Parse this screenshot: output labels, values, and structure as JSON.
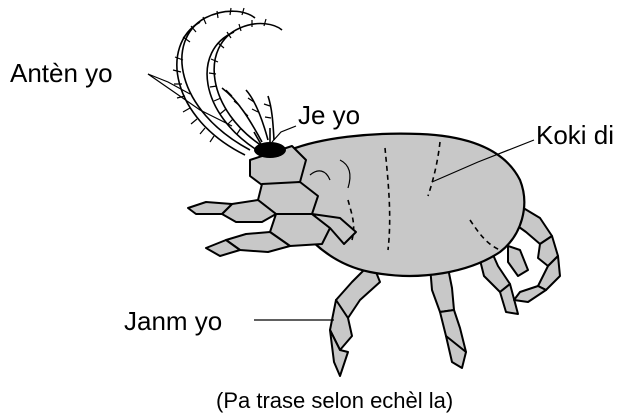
{
  "labels": {
    "antennae": "Antèn yo",
    "eyes": "Je yo",
    "shell": "Koki di",
    "legs": "Janm yo"
  },
  "caption": "(Pa trase selon echèl la)",
  "colors": {
    "body": "#c8c8c8",
    "outline": "#000000",
    "eye": "#000000"
  }
}
